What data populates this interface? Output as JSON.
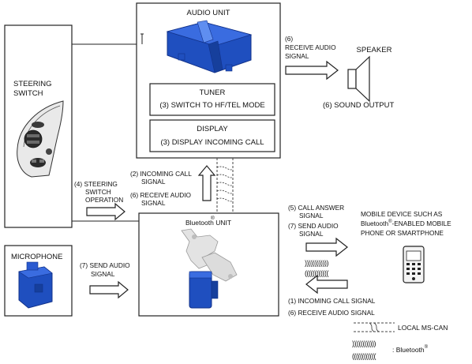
{
  "colors": {
    "component_blue": "#1f4fbf",
    "component_dark": "#12328a",
    "line": "#222222"
  },
  "audio_unit": {
    "title": "AUDIO UNIT",
    "tuner": {
      "title": "TUNER",
      "mode": "(3) SWITCH TO HF/TEL MODE"
    },
    "display": {
      "title": "DISPLAY",
      "mode": "(3) DISPLAY INCOMING CALL"
    }
  },
  "steering": {
    "line1": "STEERING",
    "line2": "SWITCH"
  },
  "speaker": {
    "title": "SPEAKER"
  },
  "receive_audio_top": {
    "line1": "(6)",
    "line2": "RECEIVE AUDIO",
    "line3": "SIGNAL"
  },
  "sound_output": "(6) SOUND OUTPUT",
  "incoming_up": {
    "line1": "(2) INCOMING CALL",
    "line2": "SIGNAL"
  },
  "receive_down": {
    "line1": "(6) RECEIVE AUDIO",
    "line2": "SIGNAL"
  },
  "steering_op": {
    "line1": "(4) STEERING",
    "line2": "SWITCH",
    "line3": "OPERATION"
  },
  "bt_unit": {
    "title": "Bluetooth",
    "reg": "®",
    "suffix": " UNIT"
  },
  "call_answer": {
    "line1": "(5) CALL ANSWER",
    "line2": "SIGNAL"
  },
  "send_audio_right": {
    "line1": "(7) SEND AUDIO",
    "line2": "SIGNAL"
  },
  "mobile": {
    "line1": "MOBILE DEVICE SUCH AS",
    "line2a": "Bluetooth",
    "reg": "®",
    "line2b": "-ENABLED MOBILE",
    "line3": "PHONE OR SMARTPHONE"
  },
  "incoming_bottom": "(1) INCOMING CALL SIGNAL",
  "receive_bottom": "(6) RECEIVE AUDIO SIGNAL",
  "microphone": {
    "title": "MICROPHONE"
  },
  "mic_send": {
    "line1": "(7) SEND AUDIO",
    "line2": "SIGNAL"
  },
  "legend": {
    "can": "LOCAL MS-CAN",
    "bt_prefix": ": Bluetooth",
    "bt_reg": "®"
  }
}
